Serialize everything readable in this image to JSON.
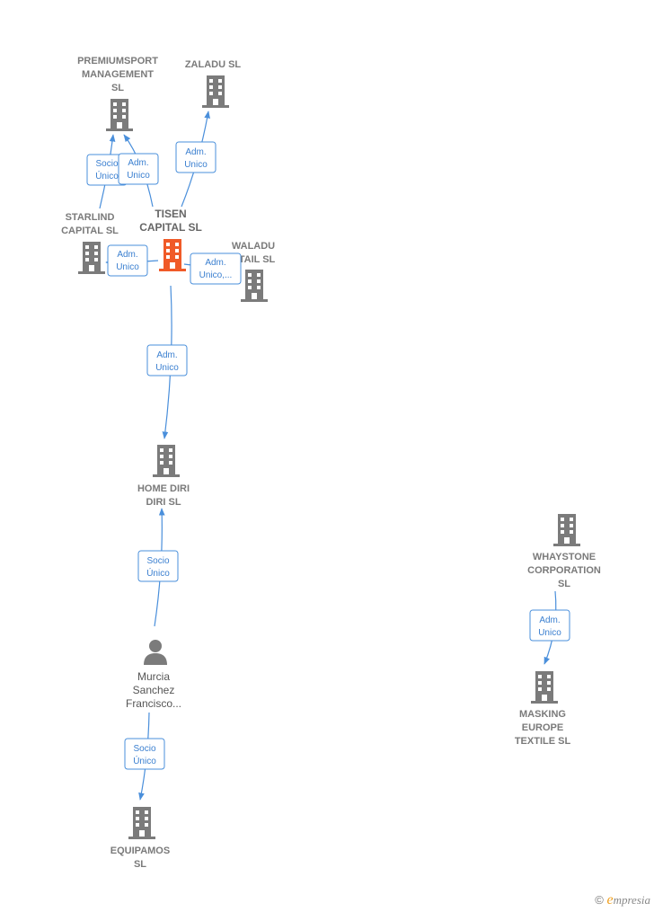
{
  "nodes": {
    "premiumsport": {
      "lines": [
        "PREMIUMSPORT",
        "MANAGEMENT",
        "SL"
      ]
    },
    "zaladu": {
      "lines": [
        "ZALADU  SL"
      ]
    },
    "starlind": {
      "lines": [
        "STARLIND",
        "CAPITAL  SL"
      ]
    },
    "tisen": {
      "lines": [
        "TISEN",
        "CAPITAL  SL"
      ]
    },
    "waladu": {
      "lines": [
        "WALADU",
        "TAIL  SL"
      ]
    },
    "home_diri": {
      "lines": [
        "HOME DIRI",
        "DIRI  SL"
      ]
    },
    "murcia": {
      "lines": [
        "Murcia",
        "Sanchez",
        "Francisco..."
      ]
    },
    "equipamos": {
      "lines": [
        "EQUIPAMOS",
        "SL"
      ]
    },
    "whaystone": {
      "lines": [
        "WHAYSTONE",
        "CORPORATION",
        "SL"
      ]
    },
    "masking": {
      "lines": [
        "MASKING",
        "EUROPE",
        "TEXTILE  SL"
      ]
    }
  },
  "edges": {
    "starlind_premium": {
      "lines": [
        "Socio",
        "Único"
      ]
    },
    "tisen_premium": {
      "lines": [
        "Adm.",
        "Unico"
      ]
    },
    "tisen_zaladu": {
      "lines": [
        "Adm.",
        "Unico"
      ]
    },
    "tisen_starlind": {
      "lines": [
        "Adm.",
        "Unico"
      ]
    },
    "tisen_waladu": {
      "lines": [
        "Adm.",
        "Unico,..."
      ]
    },
    "tisen_home": {
      "lines": [
        "Adm.",
        "Unico"
      ]
    },
    "murcia_home": {
      "lines": [
        "Socio",
        "Único"
      ]
    },
    "murcia_equipamos": {
      "lines": [
        "Socio",
        "Único"
      ]
    },
    "whaystone_masking": {
      "lines": [
        "Adm.",
        "Unico"
      ]
    }
  },
  "colors": {
    "building": "#7b7b7b",
    "building_focus": "#f05a28",
    "edge": "#4a8fdb"
  },
  "icons": {
    "company": "building-icon",
    "person": "person-icon"
  },
  "brand": {
    "copyright": "©",
    "e": "e",
    "rest": "mpresia"
  }
}
